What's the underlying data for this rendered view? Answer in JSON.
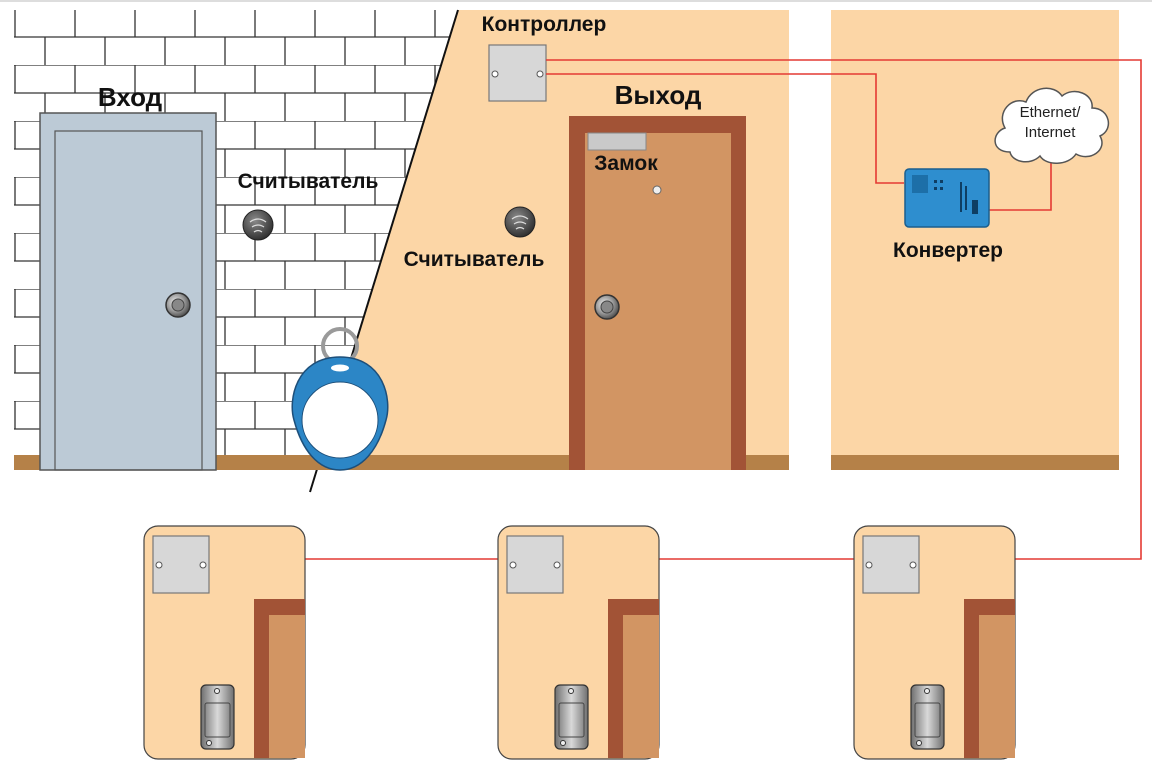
{
  "labels": {
    "entry": "Вход",
    "exit": "Выход",
    "controller": "Контроллер",
    "reader_left": "Считыватель",
    "reader_right": "Считыватель",
    "lock": "Замок",
    "converter": "Конвертер",
    "cloud_line1": "Ethernet/",
    "cloud_line2": "Internet"
  },
  "colors": {
    "wall_beige": "#FCD6A6",
    "brick_wall": "#FFFFFF",
    "brick_line": "#333333",
    "floor_strip": "#B58148",
    "entry_door": "#BCCAD6",
    "exit_door": "#D29563",
    "door_frame": "#A25336",
    "wire": "#E43A33",
    "converter_blue": "#2E8ECF",
    "fob_blue": "#2C86C6",
    "controller_box": "#D7D7D7"
  },
  "icons": [
    "reader-icon",
    "key-fob-icon",
    "controller-box-icon",
    "converter-device-icon",
    "cloud-icon",
    "lock-icon",
    "door-knob-icon"
  ]
}
